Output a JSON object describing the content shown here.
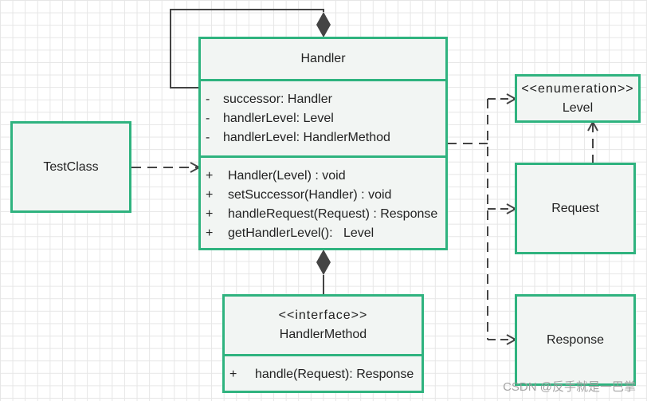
{
  "classes": {
    "handler": {
      "name": "Handler",
      "attributes": [
        {
          "vis": "-",
          "text": "successor: Handler"
        },
        {
          "vis": "-",
          "text": "handlerLevel: Level"
        },
        {
          "vis": "-",
          "text": "handlerLevel: HandlerMethod"
        }
      ],
      "methods": [
        {
          "vis": "+",
          "text": "Handler(Level) : void"
        },
        {
          "vis": "+",
          "text": "setSuccessor(Handler) : void"
        },
        {
          "vis": "+",
          "text": "handleRequest(Request) : Response"
        },
        {
          "vis": "+",
          "text": "getHandlerLevel():   Level"
        }
      ]
    },
    "test_class": {
      "name": "TestClass"
    },
    "level": {
      "stereotype": "<<enumeration>>",
      "name": "Level"
    },
    "request": {
      "name": "Request"
    },
    "response": {
      "name": "Response"
    },
    "handler_method": {
      "stereotype": "<<interface>>",
      "name": "HandlerMethod",
      "methods": [
        {
          "vis": "+",
          "text": "handle(Request): Response"
        }
      ]
    }
  },
  "watermark": "CSDN @反手就是一巴掌",
  "colors": {
    "class_border": "#2fb37f",
    "class_fill": "#f2f5f3",
    "line": "#444444",
    "grid": "#e6e6e6"
  }
}
